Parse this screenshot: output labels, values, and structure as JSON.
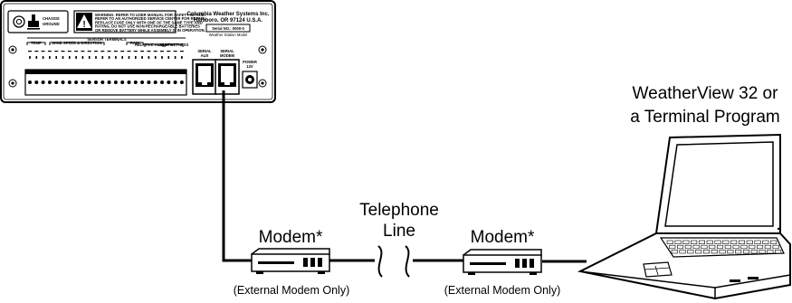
{
  "panel": {
    "grounding_line1": "CHASSIS",
    "grounding_line2": "GROUND",
    "warning_lines": [
      "WARNING: REFER TO USER MANUAL FOR SAFETY NOTICE.",
      "REFER TO AN AUTHORIZED SERVICE CENTER FOR REPAIR.",
      "REPLACE FUSE ONLY WITH ONE OF THE SAME TYPE AND",
      "RATING. DO NOT USE NON-RECHARGEABLE BATTERIES",
      "OR REMOVE BATTERY WHILE ASSEMBLY IS IN OPERATION."
    ],
    "company": "Columbia Weather Systems Inc.",
    "address": "Hillsboro, OR 97124 U.S.A.",
    "serial_label": "Serial NO.: 0000-0",
    "model_label": "Weather Station Model",
    "sensor_terminals": "SENSOR TERMINALS",
    "groups": [
      "TEMP",
      "WIND SPEED & DIRECTION",
      "RAIN",
      "RELATIVE HUMIDITY",
      "LEAF WETNESS"
    ],
    "serial_aux": [
      "SERIAL",
      "AUX"
    ],
    "serial_modem": [
      "SERIAL",
      "MODEM"
    ],
    "power": [
      "POWER",
      "12V"
    ]
  },
  "labels": {
    "computer_line1": "WeatherView 32 or",
    "computer_line2": "a Terminal Program",
    "modem_left": "Modem*",
    "modem_right": "Modem*",
    "telephone_line1": "Telephone",
    "telephone_line2": "Line",
    "note_left": "(External Modem Only)",
    "note_right": "(External Modem Only)"
  }
}
